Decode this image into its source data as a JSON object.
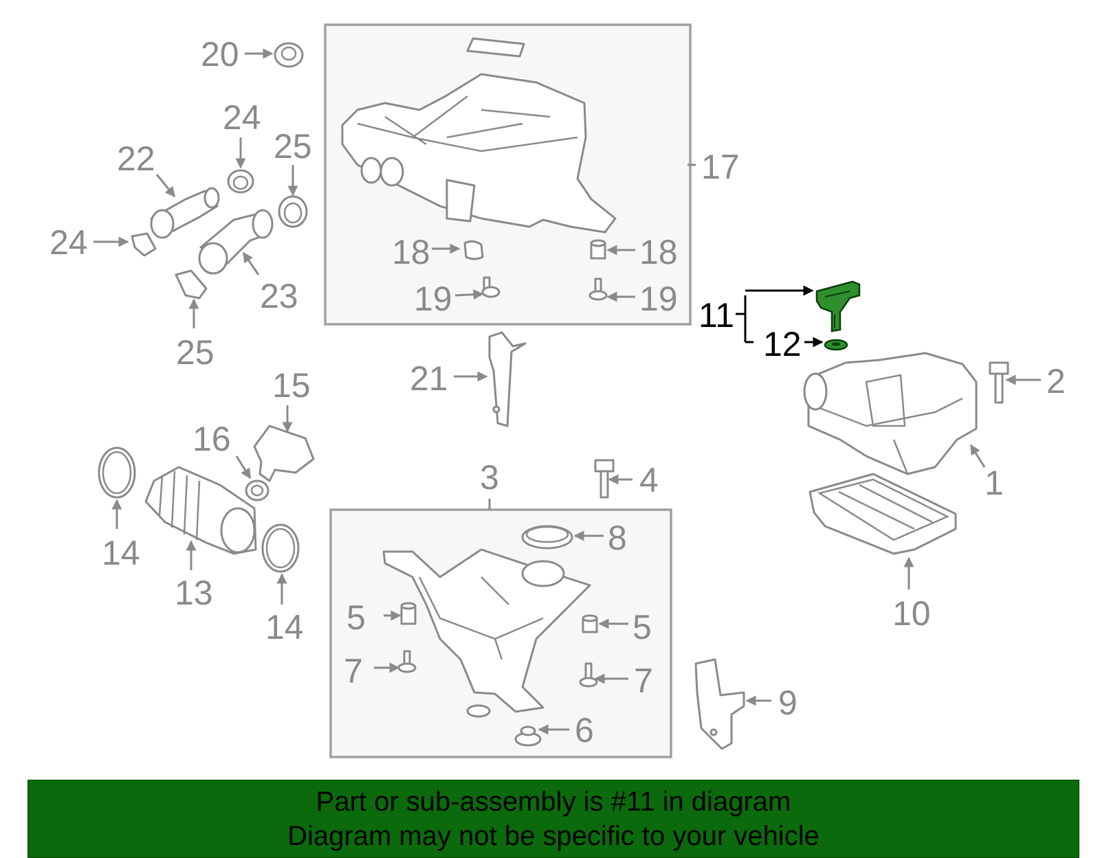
{
  "callouts": {
    "c1": "1",
    "c2": "2",
    "c3": "3",
    "c4": "4",
    "c5a": "5",
    "c5b": "5",
    "c6": "6",
    "c7a": "7",
    "c7b": "7",
    "c8": "8",
    "c9": "9",
    "c10": "10",
    "c11": "11",
    "c12": "12",
    "c13": "13",
    "c14a": "14",
    "c14b": "14",
    "c15": "15",
    "c16": "16",
    "c17": "17",
    "c18a": "18",
    "c18b": "18",
    "c19a": "19",
    "c19b": "19",
    "c20": "20",
    "c21": "21",
    "c22": "22",
    "c23": "23",
    "c24a": "24",
    "c24b": "24",
    "c25a": "25",
    "c25b": "25"
  },
  "banner": {
    "line1": "Part or sub-assembly is #11 in diagram",
    "line2": "Diagram may not be specific to your vehicle"
  },
  "colors": {
    "highlight_part": "#2f8f2f",
    "banner_bg": "#0b6a0b",
    "line_gray": "#8a8a8a"
  }
}
